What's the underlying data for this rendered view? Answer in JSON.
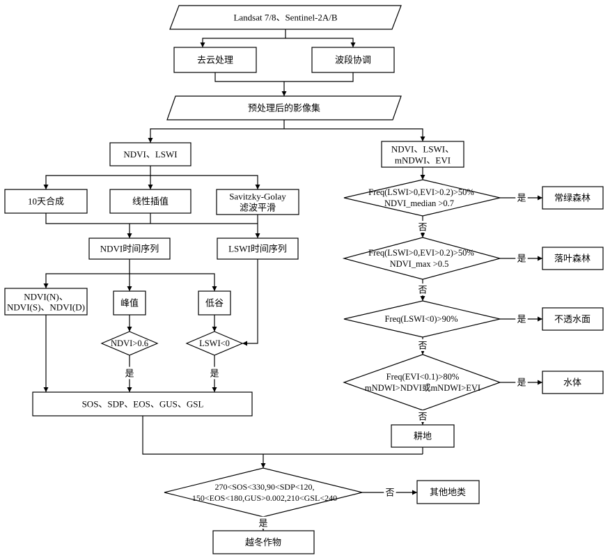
{
  "source_data": "Landsat 7/8、Sentinel-2A/B",
  "preprocessing": {
    "cloud_removal": "去云处理",
    "band_harmonization": "波段协调",
    "output": "预处理后的影像集"
  },
  "phenology_branch": {
    "indices": "NDVI、LSWI",
    "composite": "10天合成",
    "interpolation": "线性插值",
    "smoothing": [
      "Savitzky-Golay",
      "滤波平滑"
    ],
    "ndvi_series": "NDVI时间序列",
    "lswi_series": "LSWI时间序列",
    "ndvi_variants": [
      "NDVI(N)、",
      "NDVI(S)、NDVI(D)"
    ],
    "peak": "峰值",
    "trough": "低谷",
    "peak_condition": "NDVI>0.6",
    "trough_condition": "LSWI<0",
    "peak_yes": "是",
    "trough_yes": "是",
    "metrics": "SOS、SDP、EOS、GUS、GSL"
  },
  "landcover_branch": {
    "indices": [
      "NDVI、LSWI、",
      "mNDWI、EVI"
    ],
    "rules": [
      {
        "condition": [
          "Freq(LSWI>0,EVI>0.2)>50%",
          "NDVI_median >0.7"
        ],
        "yes": "是",
        "class": "常绿森林",
        "no": "否"
      },
      {
        "condition": [
          "Freq(LSWI>0,EVI>0.2)>50%",
          "NDVI_max >0.5"
        ],
        "yes": "是",
        "class": "落叶森林",
        "no": "否"
      },
      {
        "condition": [
          "Freq(LSWI<0)>90%"
        ],
        "yes": "是",
        "class": "不透水面",
        "no": "否"
      },
      {
        "condition": [
          "Freq(EVI<0.1)>80%",
          "mNDWI>NDVI或mNDWI>EVI"
        ],
        "yes": "是",
        "class": "水体",
        "no": "否"
      }
    ],
    "remainder": "耕地"
  },
  "winter_crop_rule": {
    "condition": [
      "270<SOS<330,90<SDP<120,",
      "150<EOS<180,GUS>0.002,210<GSL<240"
    ],
    "no": "否",
    "no_class": "其他地类",
    "yes": "是",
    "yes_class": "越冬作物"
  }
}
